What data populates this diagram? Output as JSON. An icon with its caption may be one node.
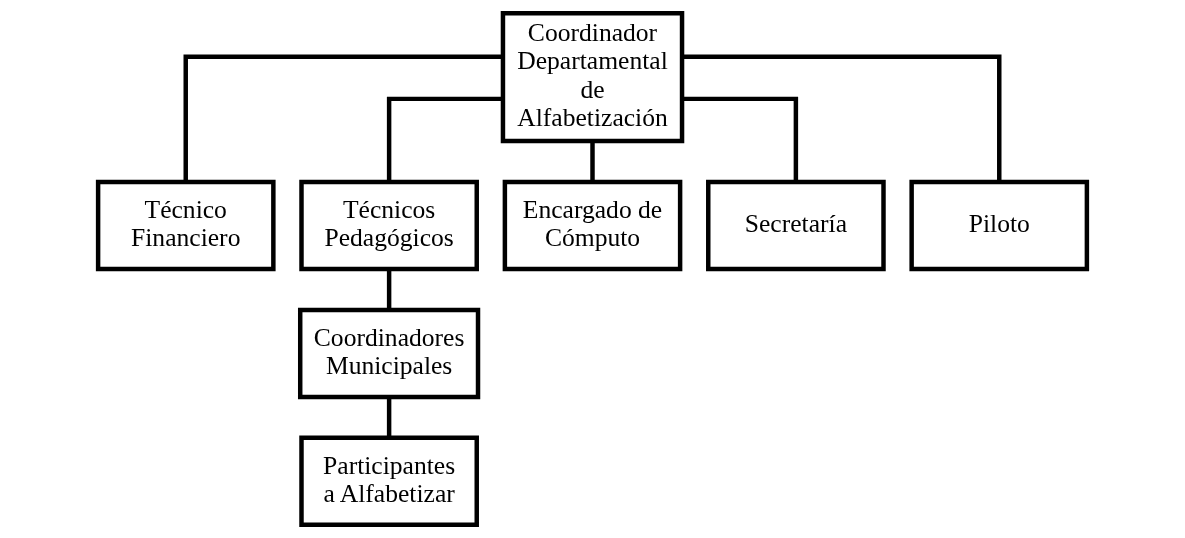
{
  "diagram": {
    "nodes": [
      {
        "text": [
          "Coordinador Departamental de Alfabetización"
        ]
      },
      {
        "text": [
          "Técnico Financiero"
        ]
      },
      {
        "text": [
          "Técnicos Pedagógicos"
        ]
      },
      {
        "text": [
          "Encargado de Cómputo"
        ]
      },
      {
        "text": [
          "Secretaría"
        ]
      },
      {
        "text": [
          "Piloto"
        ]
      },
      {
        "text": [
          "Coordinadores Municipales"
        ]
      },
      {
        "text": [
          "Participantes a Alfabetizar"
        ]
      }
    ],
    "edges": [
      {
        "from": 0,
        "to": 1,
        "arrow": "none"
      },
      {
        "from": 0,
        "to": 2,
        "arrow": "none"
      },
      {
        "from": 0,
        "to": 3,
        "arrow": "none"
      },
      {
        "from": 0,
        "to": 4,
        "arrow": "none"
      },
      {
        "from": 0,
        "to": 5,
        "arrow": "none"
      },
      {
        "from": 2,
        "to": 6,
        "arrow": "none"
      },
      {
        "from": 6,
        "to": 7,
        "arrow": "none"
      }
    ]
  }
}
